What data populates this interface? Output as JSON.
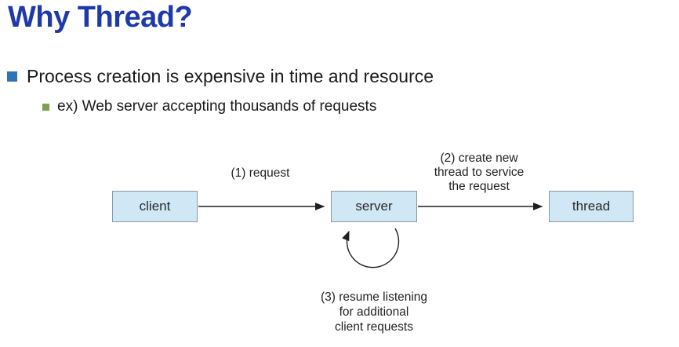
{
  "slide": {
    "title": "Why Thread?",
    "bullets": [
      {
        "level": 1,
        "text": "Process creation is expensive in time and resource"
      },
      {
        "level": 2,
        "text": "ex) Web server accepting thousands of requests"
      }
    ]
  },
  "diagram": {
    "nodes": [
      {
        "id": "client",
        "label": "client"
      },
      {
        "id": "server",
        "label": "server"
      },
      {
        "id": "thread",
        "label": "thread"
      }
    ],
    "labels": {
      "step1": "(1) request",
      "step2": "(2) create new\nthread to service\nthe request",
      "step3": "(3) resume listening\nfor additional\nclient requests"
    },
    "colors": {
      "node_fill": "#d0e7f5",
      "node_border": "#8897a3",
      "arrow": "#231f20"
    }
  },
  "colors": {
    "title": "#1e3aa8",
    "bullet_level1_marker": "#2f75b6",
    "bullet_level2_marker": "#7ba153",
    "body_text": "#1a1a1a",
    "background": "#ffffff"
  }
}
